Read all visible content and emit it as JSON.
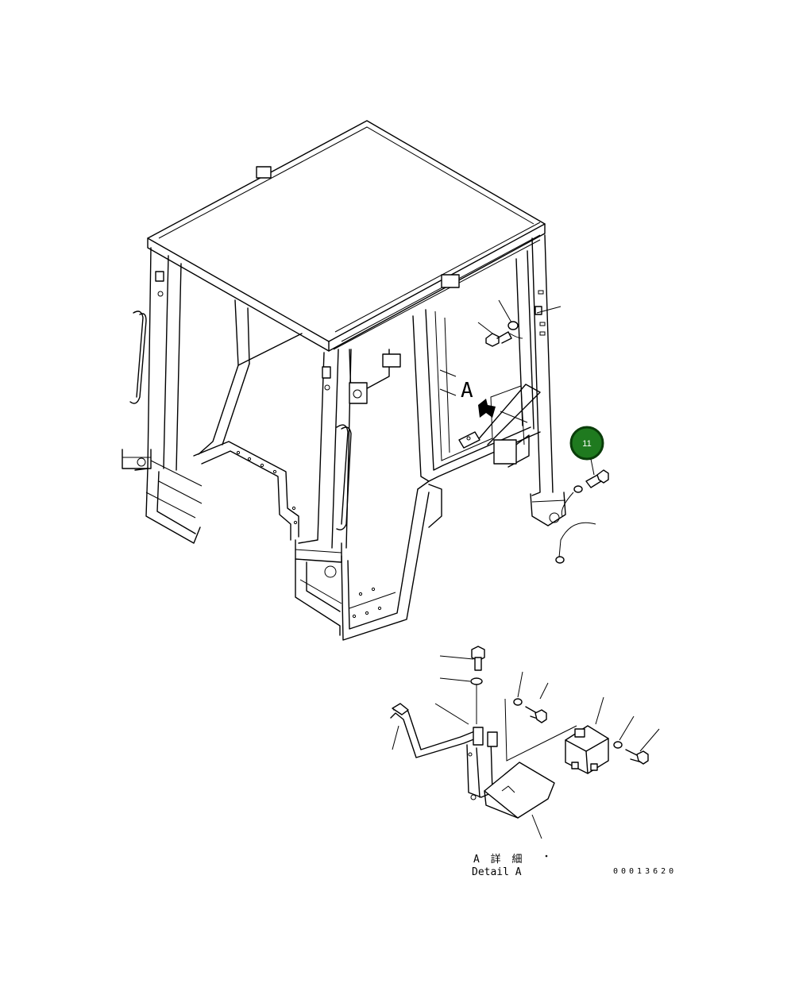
{
  "part_badge": {
    "number": "11",
    "fill": "#1f7a1f",
    "ring": "#0a3d0a"
  },
  "view_label": "A",
  "detail_label_jp": "A 詳 細",
  "detail_label_en": "Detail A",
  "drawing_number": "00013620"
}
